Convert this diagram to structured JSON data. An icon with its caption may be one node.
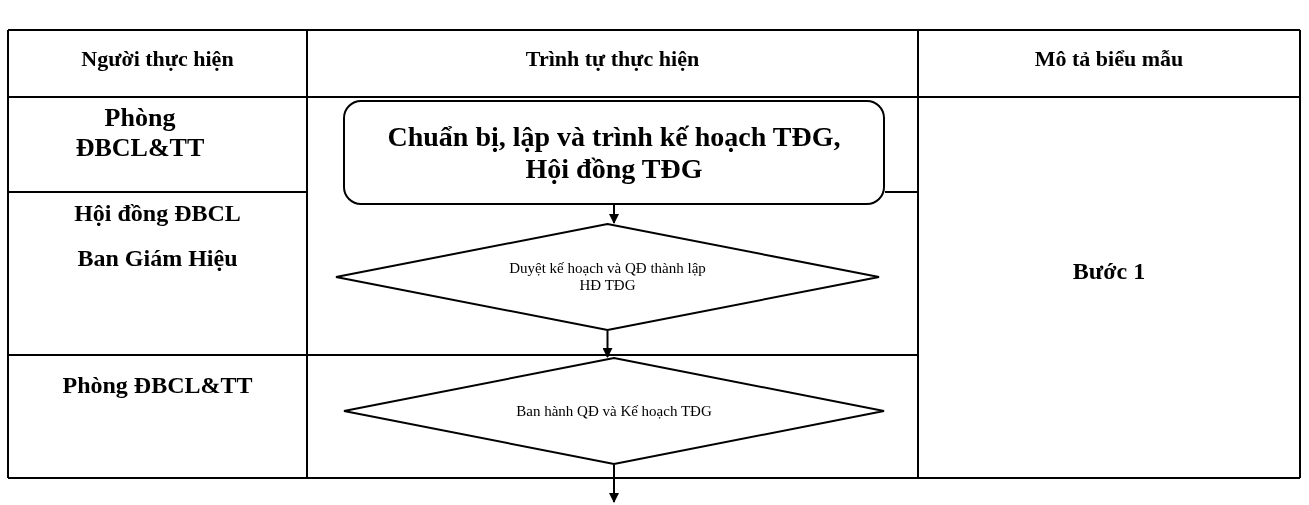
{
  "diagram": {
    "nodes": [
      {
        "text": [
          "Chuẩn bị, lập và trình kế hoạch TĐG, Hội đồng TĐG"
        ]
      },
      {
        "text": [
          "Duyệt kế hoạch và QĐ thành lập HĐ TĐG"
        ]
      },
      {
        "text": [
          "Ban hành QĐ và Kế hoạch TĐG"
        ]
      }
    ],
    "edges": [
      {
        "from": 0,
        "to": 1,
        "arrow": "to"
      },
      {
        "from": 1,
        "to": 2,
        "arrow": "to"
      },
      {
        "from": 2,
        "to": null,
        "arrow": "to"
      }
    ],
    "labels": [
      "Người thực hiện",
      "Trình tự thực hiện",
      "Mô tả biểu mẫu",
      "Phòng ĐBCL&TT",
      "Bước 1",
      "Hội đồng ĐBCL",
      "Ban Giám Hiệu",
      "Phòng ĐBCL&TT"
    ]
  }
}
